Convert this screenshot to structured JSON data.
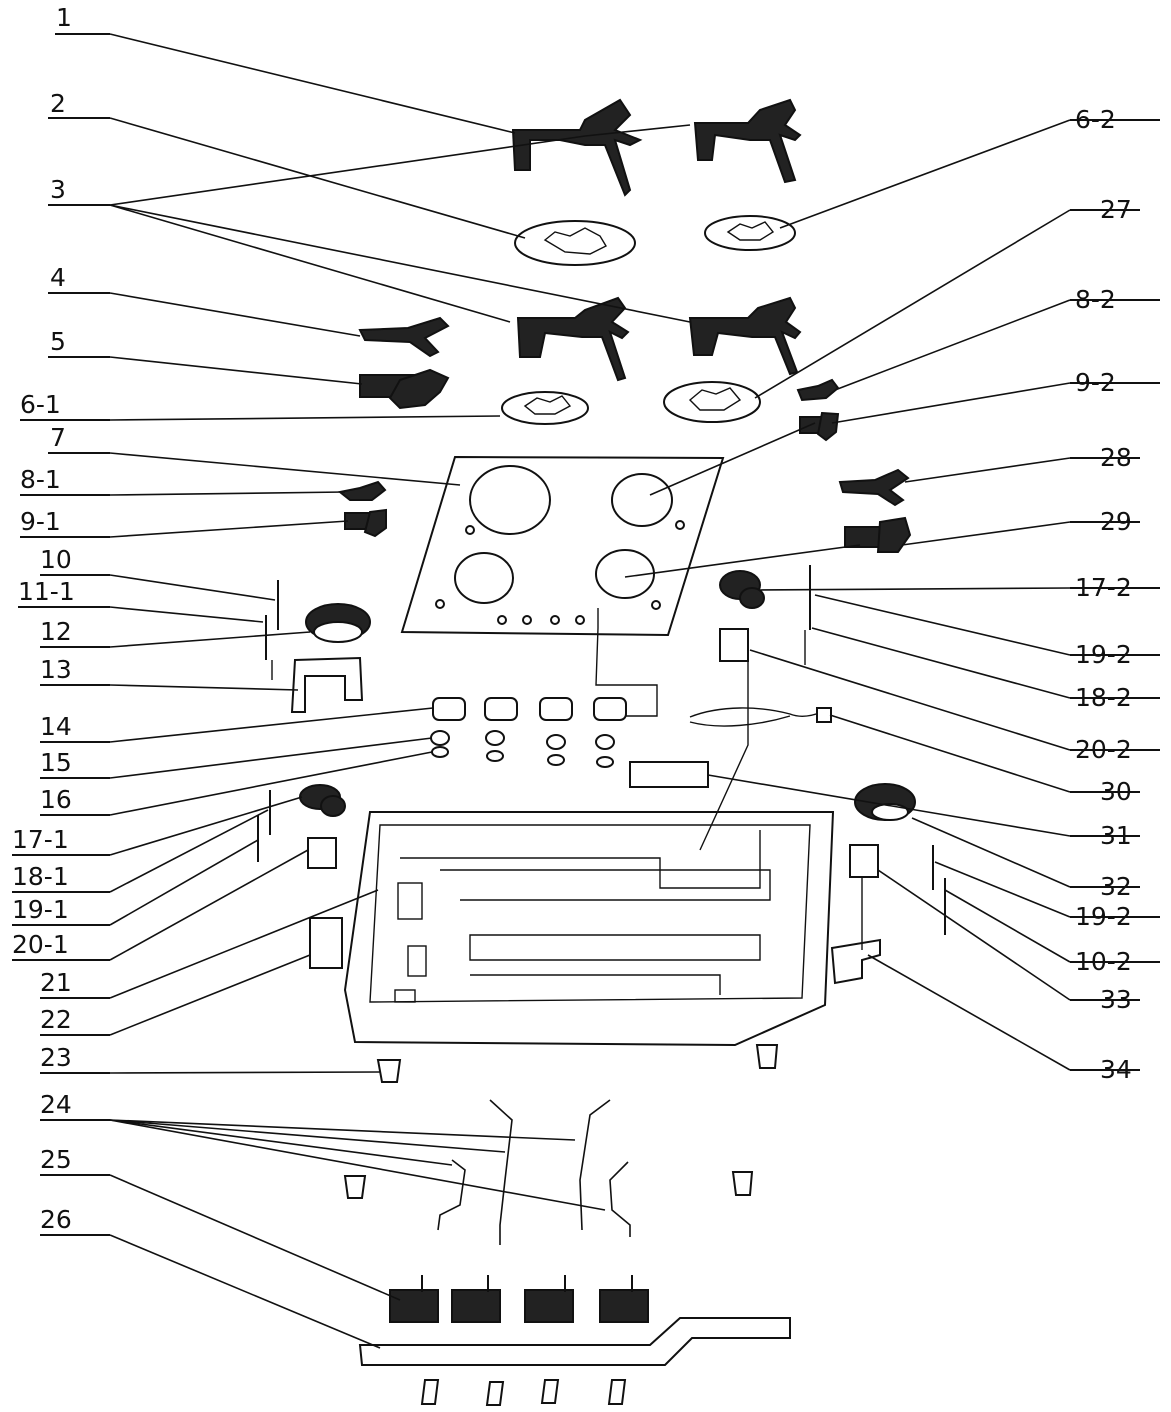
{
  "labels": {
    "l1": "1",
    "l2": "2",
    "l3": "3",
    "l4": "4",
    "l5": "5",
    "l6_1": "6-1",
    "l7": "7",
    "l8_1": "8-1",
    "l9_1": "9-1",
    "l10": "10",
    "l11_1": "11-1",
    "l12": "12",
    "l13": "13",
    "l14": "14",
    "l15": "15",
    "l16": "16",
    "l17_1": "17-1",
    "l18_1": "18-1",
    "l19_1": "19-1",
    "l20_1": "20-1",
    "l21": "21",
    "l22": "22",
    "l23": "23",
    "l24": "24",
    "l25": "25",
    "l26": "26",
    "r6_2": "6-2",
    "r27": "27",
    "r8_2": "8-2",
    "r9_2": "9-2",
    "r28": "28",
    "r29": "29",
    "r17_2": "17-2",
    "r19_2a": "19-2",
    "r18_2": "18-2",
    "r20_2": "20-2",
    "r30": "30",
    "r31": "31",
    "r32": "32",
    "r19_2b": "19-2",
    "r10_2": "10-2",
    "r33": "33",
    "r34": "34"
  }
}
